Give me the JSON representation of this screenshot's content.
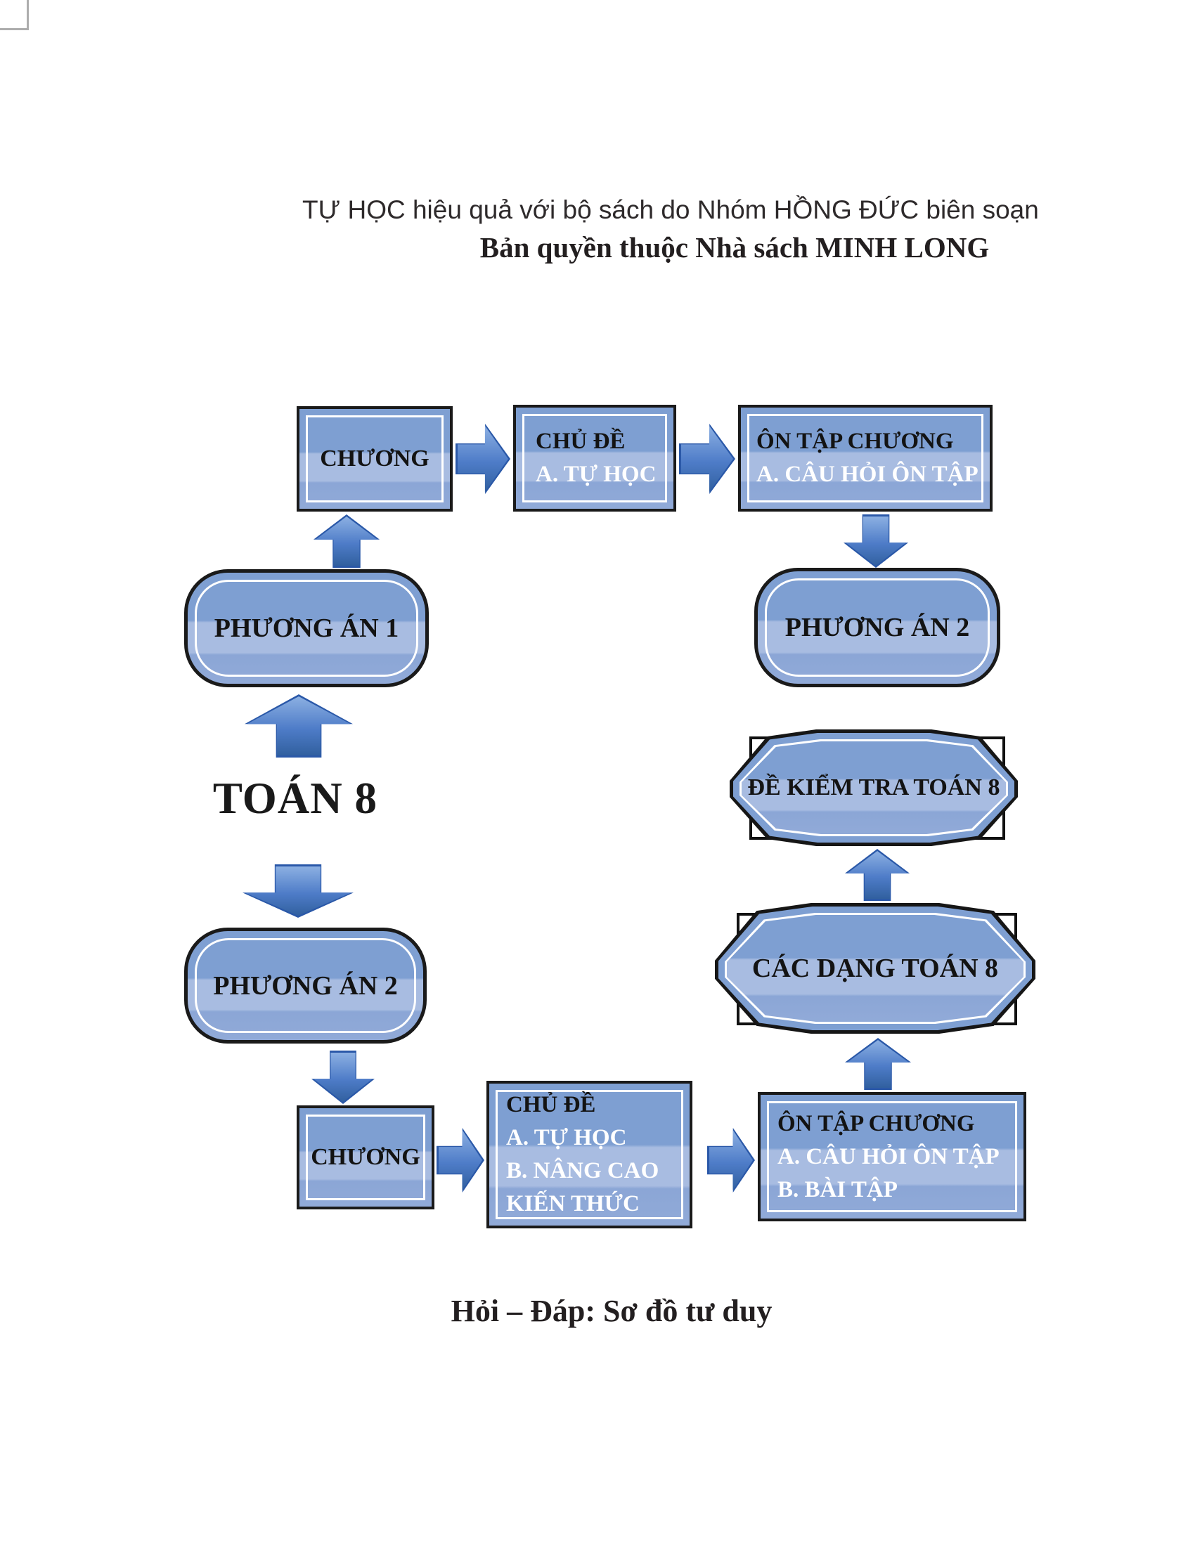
{
  "header": {
    "line1": "TỰ HỌC hiệu quả với bộ sách do Nhóm HỒNG ĐỨC biên soạn",
    "line2": "Bản quyền thuộc Nhà sách MINH LONG"
  },
  "caption": "Hỏi – Đáp: Sơ đồ tư duy",
  "colors": {
    "node_fill": "#7e9fd2",
    "node_fill_light": "#a8bce1",
    "node_border": "#1a1a1a",
    "inner_frame": "#ffffff",
    "arrow_fill": "#4e7cc8",
    "arrow_border": "#2a58a8",
    "text_dark": "#131313",
    "text_light": "#ffffff"
  },
  "flow": {
    "toan8": {
      "title": "TOÁN 8"
    },
    "chuong_top": {
      "shape": "rectangle",
      "title": "CHƯƠNG"
    },
    "chude_top": {
      "shape": "rectangle",
      "title": "CHỦ ĐỀ",
      "item_a": "A. TỰ HỌC"
    },
    "ontap_top": {
      "shape": "rectangle",
      "title": "ÔN TẬP CHƯƠNG",
      "item_a": "A. CÂU HỎI ÔN TẬP"
    },
    "phuong_an_1": {
      "shape": "rounded",
      "title": "PHƯƠNG ÁN 1"
    },
    "phuong_an_2_right": {
      "shape": "rounded",
      "title": "PHƯƠNG ÁN 2"
    },
    "de_kiem_tra": {
      "shape": "octagon",
      "title": "ĐỀ KIỂM TRA TOÁN 8"
    },
    "cac_dang": {
      "shape": "octagon",
      "title": "CÁC DẠNG TOÁN 8"
    },
    "phuong_an_2_left": {
      "shape": "rounded",
      "title": "PHƯƠNG ÁN 2"
    },
    "chuong_bottom": {
      "shape": "rectangle",
      "title": "CHƯƠNG"
    },
    "chude_bottom": {
      "shape": "rectangle",
      "title": "CHỦ ĐỀ",
      "item_a": "A. TỰ HỌC",
      "item_b": "B. NÂNG CAO KIẾN THỨC"
    },
    "ontap_bottom": {
      "shape": "rectangle",
      "title": "ÔN TẬP CHƯƠNG",
      "item_a": "A. CÂU HỎI ÔN TẬP",
      "item_b": "B. BÀI TẬP"
    }
  },
  "connectors": [
    {
      "name": "chuong-top-to-chude-top",
      "direction": "right"
    },
    {
      "name": "chude-top-to-ontap-top",
      "direction": "right"
    },
    {
      "name": "phuong-an-1-to-chuong-top",
      "direction": "up"
    },
    {
      "name": "ontap-top-to-phuong-an-2-right",
      "direction": "down"
    },
    {
      "name": "toan8-to-phuong-an-1",
      "direction": "up"
    },
    {
      "name": "toan8-to-phuong-an-2-left",
      "direction": "down"
    },
    {
      "name": "cac-dang-to-de-kiem-tra",
      "direction": "up"
    },
    {
      "name": "phuong-an-2-left-to-chuong-bottom",
      "direction": "down"
    },
    {
      "name": "chuong-bottom-to-chude-bottom",
      "direction": "right"
    },
    {
      "name": "chude-bottom-to-ontap-bottom",
      "direction": "right"
    },
    {
      "name": "ontap-bottom-to-cac-dang",
      "direction": "up"
    }
  ]
}
